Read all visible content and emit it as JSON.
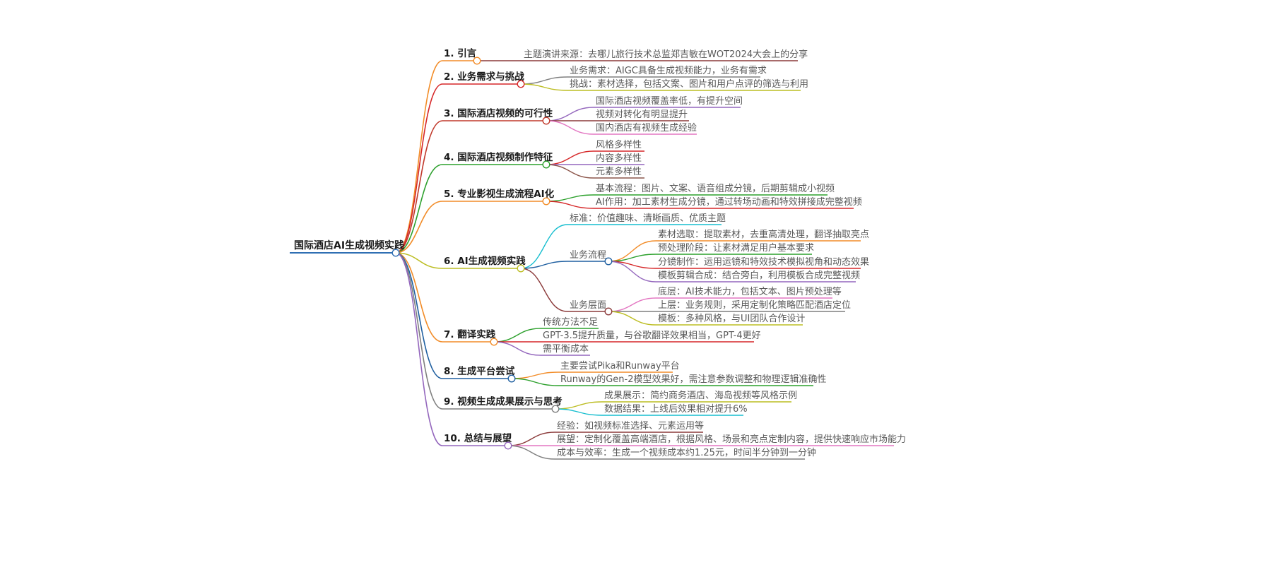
{
  "root": {
    "label": "国际酒店AI生成视频实践",
    "color": "#2f6fb3"
  },
  "branches": [
    {
      "label": "1. 引言",
      "color": "#f28c28",
      "children": [
        {
          "label": "主题演讲来源：去哪儿旅行技术总监郑吉敏在WOT2024大会上的分享",
          "color": "#8b3a3a"
        }
      ]
    },
    {
      "label": "2. 业务需求与挑战",
      "color": "#d62728",
      "children": [
        {
          "label": "业务需求：AIGC具备生成视频能力，业务有需求",
          "color": "#7f7f7f"
        },
        {
          "label": "挑战：素材选择，包括文案、图片和用户点评的筛选与利用",
          "color": "#bcbd22"
        }
      ]
    },
    {
      "label": "3. 国际酒店视频的可行性",
      "color": "#c0392b",
      "children": [
        {
          "label": "国际酒店视频覆盖率低，有提升空间",
          "color": "#9467bd"
        },
        {
          "label": "视频对转化有明显提升",
          "color": "#8b3a3a"
        },
        {
          "label": "国内酒店有视频生成经验",
          "color": "#e377c2"
        }
      ]
    },
    {
      "label": "4. 国际酒店视频制作特征",
      "color": "#2ca02c",
      "children": [
        {
          "label": "风格多样性",
          "color": "#d62728"
        },
        {
          "label": "内容多样性",
          "color": "#9467bd"
        },
        {
          "label": "元素多样性",
          "color": "#8c564b"
        }
      ]
    },
    {
      "label": "5. 专业影视生成流程AI化",
      "color": "#f28c28",
      "children": [
        {
          "label": "基本流程：图片、文案、语音组成分镜，后期剪辑成小视频",
          "color": "#2ca02c"
        },
        {
          "label": "AI作用：加工素材生成分镜，通过转场动画和特效拼接成完整视频",
          "color": "#d62728"
        }
      ]
    },
    {
      "label": "6. AI生成视频实践",
      "color": "#bcbd22",
      "children": [
        {
          "label": "标准：价值趣味、清晰画质、优质主题",
          "color": "#17becf"
        },
        {
          "label": "业务流程",
          "color": "#1f5fa0",
          "children": [
            {
              "label": "素材选取：提取素材，去重高清处理，翻译抽取亮点",
              "color": "#f28c28"
            },
            {
              "label": "预处理阶段：让素材满足用户基本要求",
              "color": "#2ca02c"
            },
            {
              "label": "分镜制作：运用运镜和特效技术模拟视角和动态效果",
              "color": "#d62728"
            },
            {
              "label": "模板剪辑合成：结合旁白，利用模板合成完整视频",
              "color": "#9467bd"
            }
          ]
        },
        {
          "label": "业务层面",
          "color": "#8b3a3a",
          "children": [
            {
              "label": "底层：AI技术能力，包括文本、图片预处理等",
              "color": "#e377c2"
            },
            {
              "label": "上层：业务规则，采用定制化策略匹配酒店定位",
              "color": "#7f7f7f"
            },
            {
              "label": "模板：多种风格，与UI团队合作设计",
              "color": "#bcbd22"
            }
          ]
        }
      ]
    },
    {
      "label": "7. 翻译实践",
      "color": "#f28c28",
      "children": [
        {
          "label": "传统方法不足",
          "color": "#2ca02c"
        },
        {
          "label": "GPT-3.5提升质量，与谷歌翻译效果相当，GPT-4更好",
          "color": "#d62728"
        },
        {
          "label": "需平衡成本",
          "color": "#9467bd"
        }
      ]
    },
    {
      "label": "8. 生成平台尝试",
      "color": "#1f5fa0",
      "children": [
        {
          "label": "主要尝试Pika和Runway平台",
          "color": "#f28c28"
        },
        {
          "label": "Runway的Gen-2模型效果好，需注意参数调整和物理逻辑准确性",
          "color": "#2ca02c"
        }
      ]
    },
    {
      "label": "9. 视频生成成果展示与思考",
      "color": "#7f7f7f",
      "children": [
        {
          "label": "成果展示：简约商务酒店、海岛视频等风格示例",
          "color": "#bcbd22"
        },
        {
          "label": "数据结果：上线后效果相对提升6%",
          "color": "#17becf"
        }
      ]
    },
    {
      "label": "10. 总结与展望",
      "color": "#9467bd",
      "children": [
        {
          "label": "经验：如视频标准选择、元素运用等",
          "color": "#8b3a3a"
        },
        {
          "label": "展望：定制化覆盖高端酒店，根据风格、场景和亮点定制内容，提供快速响应市场能力",
          "color": "#e377c2"
        },
        {
          "label": "成本与效率：生成一个视频成本约1.25元，时间半分钟到一分钟",
          "color": "#7f7f7f"
        }
      ]
    }
  ]
}
